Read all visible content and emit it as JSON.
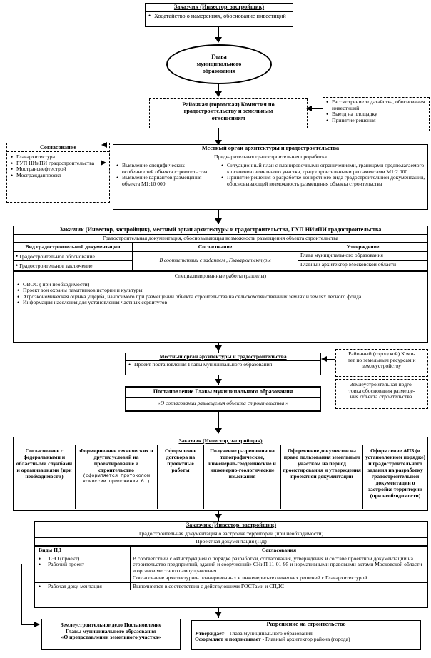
{
  "diagram": {
    "title": "Схема согласования размещения объекта строительства",
    "language": "ru"
  },
  "nodes": {
    "customer_top": {
      "header": "Заказчик (Инвестор, застройщик)",
      "items": [
        "Ходатайство о намерениях, обоснование инвестиций"
      ]
    },
    "head_municipality": {
      "line1": "Глава",
      "line2": "муниципального",
      "line3": "образования"
    },
    "commission": {
      "line1": "Районная (городская) Комиссия по",
      "line2": "градостроительству и земельным",
      "line3": "отношениям"
    },
    "commission_notes": {
      "items": [
        "Рассмотрение ходатайства, обоснования инвестиций",
        "Выезд на площадку",
        "Принятие решения"
      ]
    },
    "soglasovanie": {
      "header": "Согласование",
      "items": [
        "Главархитектура",
        "ГУП НИиПИ градостроительства",
        "Мостранснефтестрой",
        "Мосгражданпроект"
      ]
    },
    "local_arch_1": {
      "header": "Местный орган архитектуры и градостроительства",
      "sub": "Предварительная градостроительная проработка",
      "left_items": [
        "Выявление специфических особенностей объекта строительства",
        "Выявление вариантов размещения объекта М1:10 000"
      ],
      "right_items": [
        "Ситуационный план с планировочными ограничениями, границами предполагаемого к освоению земельного участка, градостроительными регламентами М1:2 000",
        "Принятие решения о разработке конкретного вида градостроительной документации, обосновывающей возможность размещения объекта строительства"
      ]
    },
    "doc_table": {
      "header": "Заказчик (Инвестор, застройщик), местный орган архитектуры и градостроительства, ГУП НИиПИ градостроительства",
      "sub": "Градостроительная документация, обосновывающая возможность размещения объекта строительства",
      "columns": [
        "Вид градостроительной документации",
        "Согласование",
        "Утверждение"
      ],
      "rows": [
        {
          "type": "Градостроительное обоснование",
          "soglasovanie": "В соответствии с заданием , Главархитектуры",
          "utverzhdenie": "Глава муниципального образования"
        },
        {
          "type": "Градостроительное заключение",
          "soglasovanie": "",
          "utverzhdenie": "Главный архитектор Московской области"
        }
      ],
      "special_header": "Специализированные работы (разделы)",
      "special_items": [
        "ОВОС ( при необходимости)",
        "Проект зон охраны памятников истории и культуры",
        "Агроэкономическая оценка ущерба, наносимого при размещении объекта строительства на сельскохозяйственных землях и землях лесного фонда",
        "Информация населения для установления частных сервитутов"
      ]
    },
    "local_arch_2": {
      "header": "Местный орган архитектуры и градостроительства",
      "items": [
        "Проект постановления Главы муниципального образования"
      ]
    },
    "land_committee": {
      "line1": "Районный (городской) Коми-",
      "line2": "тет по земельным ресурсам и",
      "line3": "землеустройству"
    },
    "land_prep": {
      "line1": "Землеустроительная подго-",
      "line2": "товка обоснования размеще-",
      "line3": "ния объекта строительства."
    },
    "postanovlenie": {
      "header": "Постановление Главы муниципального образования",
      "subtitle": "«О согласовании размещения объекта строительства »"
    },
    "customer_6col": {
      "header": "Заказчик (Инвестор, застройщик)",
      "columns": [
        {
          "bold": "Согласование с федеральными и областными службами и организациями (при необходимости)",
          "note": ""
        },
        {
          "bold": "Формирование технических и других условий на проектирование и строительство",
          "note": "(оформляется протоколом комиссии приложение 6.)"
        },
        {
          "bold": "Оформление договора на проектные работы",
          "note": ""
        },
        {
          "bold": "Получение разрешения на топографические, инженерно-геодезические и инженерно-геологические изыскания",
          "note": ""
        },
        {
          "bold": "Оформление документов на  право пользования земельным участком на период проектирования и утверждения проектной документации",
          "note": ""
        },
        {
          "bold": "Оформление АПЗ (в установленном порядке) и градостроительного задания на разработку градостроительной документации о застройке территории (при необходимости)",
          "note": ""
        }
      ]
    },
    "pd_table": {
      "header": "Заказчик (Инвестор, застройщик)",
      "sub1": "Градостроительная  документация о застройке территории (при необходимости)",
      "sub2": "Проектная документация (ПД)",
      "columns": [
        "Виды ПД",
        "Согласования"
      ],
      "rows": [
        {
          "types": [
            "ТЭО (проект)",
            "Рабочий проект"
          ],
          "paragraphs": [
            "В соответствии с «Инструкцией о порядке разработки, согласования, утверждения и составе проектной документации на строительство предприятий, зданий и сооружений» СНиП 11-01-95 и нормативными правовыми актами Московской области и органов местного самоуправления",
            "Согласование архитектурно- планировочных и инженерно-технических решений с Главархитектурой"
          ]
        },
        {
          "types": [
            "Рабочая доку-ментация"
          ],
          "paragraphs": [
            "Выполняется в соответствии с действующими ГОСТами и СПДС"
          ]
        }
      ]
    },
    "land_case": {
      "line1": "Землеустроительное дело  Постановление",
      "line2": "Главы муниципального образования",
      "line3": "«О предоставлении  земельного участка»"
    },
    "permit": {
      "header": "Разрешение на строительство",
      "rows": [
        {
          "bold": "Утверждает",
          "rest": " – Глава муниципального образования"
        },
        {
          "bold": "Оформляет и подписывает",
          "rest": " - Главный архитектор района (города)"
        }
      ]
    }
  },
  "colors": {
    "line": "#000000",
    "background": "#ffffff"
  }
}
